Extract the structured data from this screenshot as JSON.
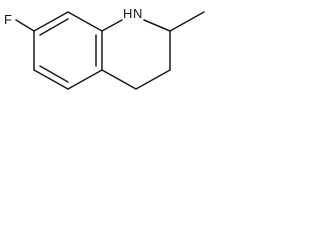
{
  "molecule": {
    "atoms": {
      "fluorine": "F",
      "amine_n": "N",
      "amine_h": "H"
    },
    "colors": {
      "bond": "#1a1a1a",
      "label": "#1a1a1a",
      "background": "#ffffff"
    }
  }
}
